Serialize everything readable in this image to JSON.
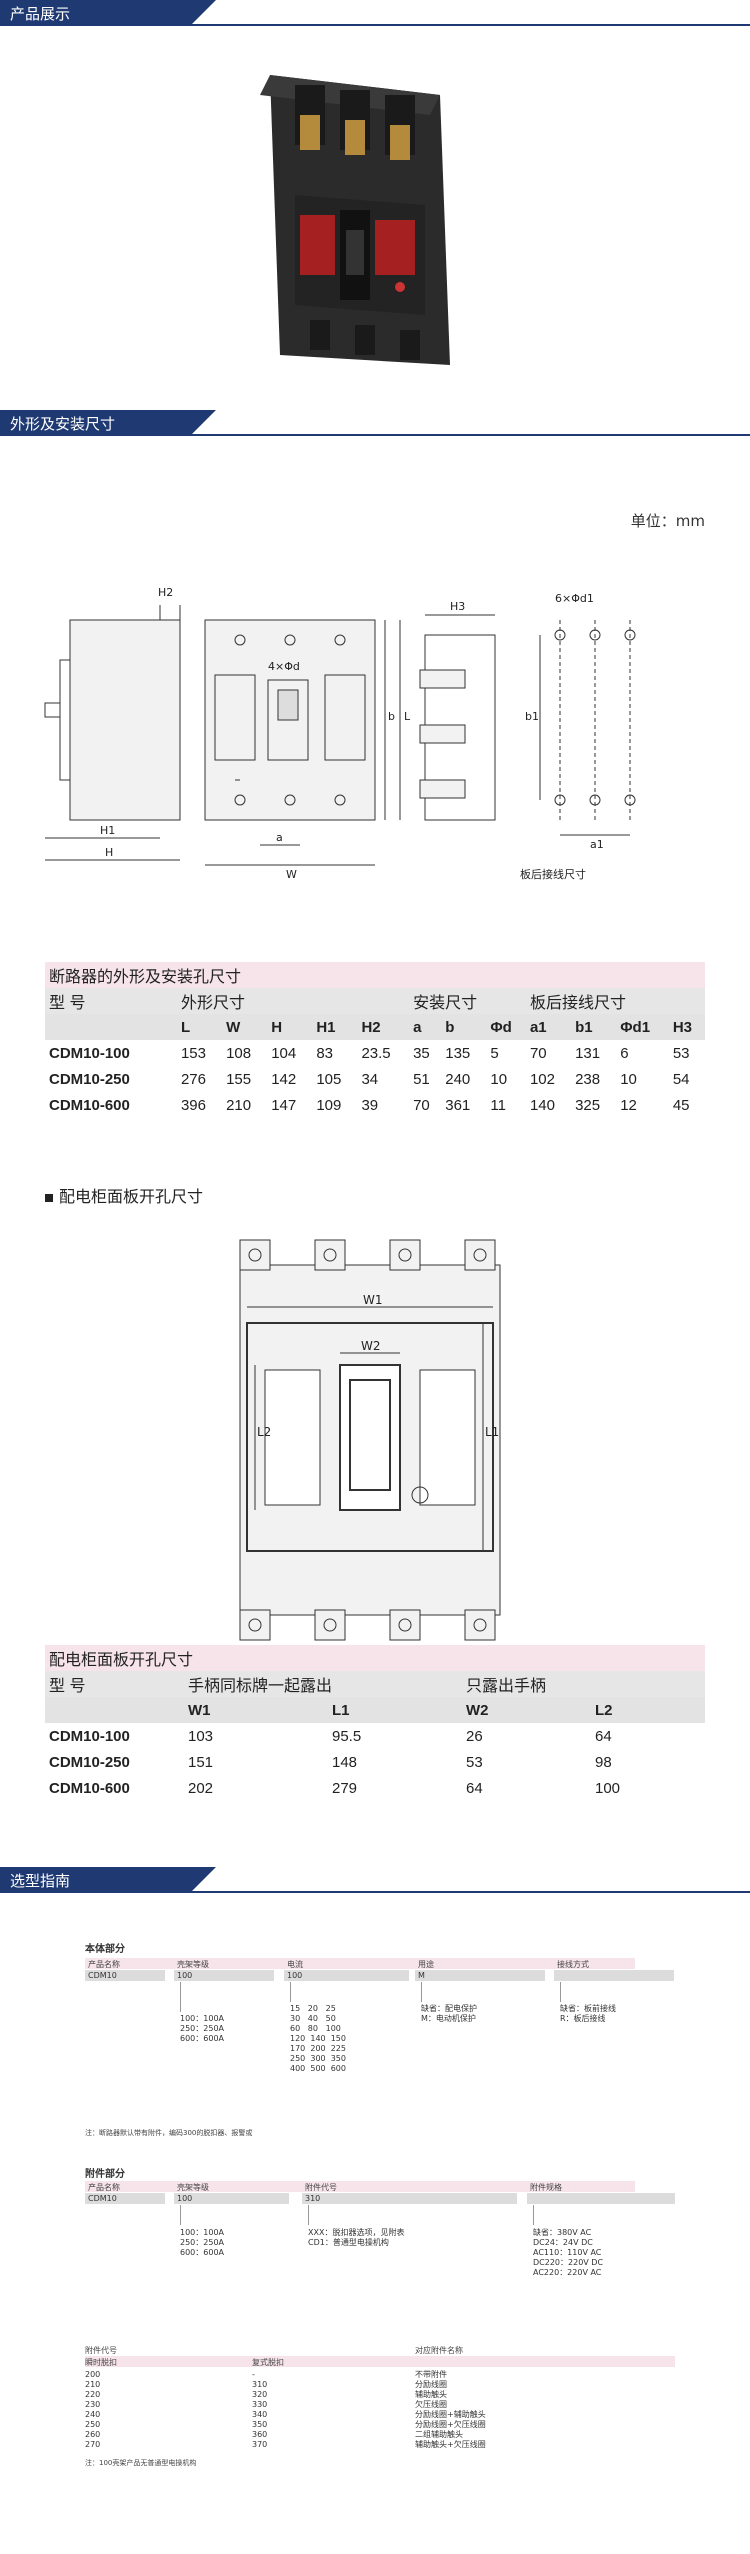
{
  "sections": {
    "product": "产品展示",
    "dimensions": "外形及安装尺寸",
    "selection": "选型指南"
  },
  "unit_label": "单位：mm",
  "drawing_labels": {
    "h2": "H2",
    "h1": "H1",
    "h": "H",
    "four_phi_d": "4×Φd",
    "b": "b",
    "l": "L",
    "a": "a",
    "w": "W",
    "h3": "H3",
    "six_phi_d1": "6×Φd1",
    "b1": "b1",
    "a1": "a1",
    "rear_caption": "板后接线尺寸",
    "w1": "W1",
    "w2": "W2",
    "l1": "L1",
    "l2": "L2"
  },
  "table1": {
    "title": "断路器的外形及安装孔尺寸",
    "groups": [
      "型 号",
      "外形尺寸",
      "安装尺寸",
      "板后接线尺寸"
    ],
    "columns": [
      "L",
      "W",
      "H",
      "H1",
      "H2",
      "a",
      "b",
      "Φd",
      "a1",
      "b1",
      "Φd1",
      "H3"
    ],
    "rows": [
      {
        "model": "CDM10-100",
        "values": [
          "153",
          "108",
          "104",
          "83",
          "23.5",
          "35",
          "135",
          "5",
          "70",
          "131",
          "6",
          "53"
        ]
      },
      {
        "model": "CDM10-250",
        "values": [
          "276",
          "155",
          "142",
          "105",
          "34",
          "51",
          "240",
          "10",
          "102",
          "238",
          "10",
          "54"
        ]
      },
      {
        "model": "CDM10-600",
        "values": [
          "396",
          "210",
          "147",
          "109",
          "39",
          "70",
          "361",
          "11",
          "140",
          "325",
          "12",
          "45"
        ]
      }
    ]
  },
  "panel_heading": "配电柜面板开孔尺寸",
  "table2": {
    "title": "配电柜面板开孔尺寸",
    "groups": [
      "型 号",
      "手柄同标牌一起露出",
      "只露出手柄"
    ],
    "columns": [
      "W1",
      "L1",
      "W2",
      "L2"
    ],
    "rows": [
      {
        "model": "CDM10-100",
        "values": [
          "103",
          "95.5",
          "26",
          "64"
        ]
      },
      {
        "model": "CDM10-250",
        "values": [
          "151",
          "148",
          "53",
          "98"
        ]
      },
      {
        "model": "CDM10-600",
        "values": [
          "202",
          "279",
          "64",
          "100"
        ]
      }
    ]
  },
  "selection": {
    "body_title": "本体部分",
    "body_headers": [
      "产品名称",
      "壳架等级",
      "电流",
      "用途",
      "接线方式"
    ],
    "body_values": [
      "CDM10",
      "100",
      "100",
      "M",
      ""
    ],
    "frame_options": "100：100A\n250：250A\n600：600A",
    "current_options": "15   20   25\n30   40   50\n60   80   100\n120  140  150\n170  200  225\n250  300  350\n400  500  600",
    "use_options": "缺省：配电保护\nM：电动机保护",
    "wiring_options": "缺省：板前接线\nR：板后接线",
    "body_note": "注：断路器默认带有附件，编码300的脱扣器、报警或",
    "acc_title": "附件部分",
    "acc_headers": [
      "产品名称",
      "壳架等级",
      "附件代号",
      "附件规格"
    ],
    "acc_values": [
      "CDM10",
      "100",
      "310",
      ""
    ],
    "acc_frame_options": "100：100A\n250：250A\n600：600A",
    "acc_code_options": "XXX：脱扣器选项，见附表\nCD1：普通型电操机构",
    "acc_spec_options": "缺省：380V AC\nDC24：24V DC\nAC110：110V AC\nDC220：220V DC\nAC220：220V AC",
    "code_table": {
      "header1": "附件代号",
      "header2": "对应附件名称",
      "sub1": "瞬时脱扣",
      "sub2": "复式脱扣",
      "col1": "200\n210\n220\n230\n240\n250\n260\n270",
      "col2": "-\n310\n320\n330\n340\n350\n360\n370",
      "col3": "不带附件\n分励线圈\n辅助触头\n欠压线圈\n分励线圈+辅助触头\n分励线圈+欠压线圈\n二组辅助触头\n辅助触头+欠压线圈"
    },
    "acc_note": "注：100壳架产品无普通型电操机构"
  }
}
